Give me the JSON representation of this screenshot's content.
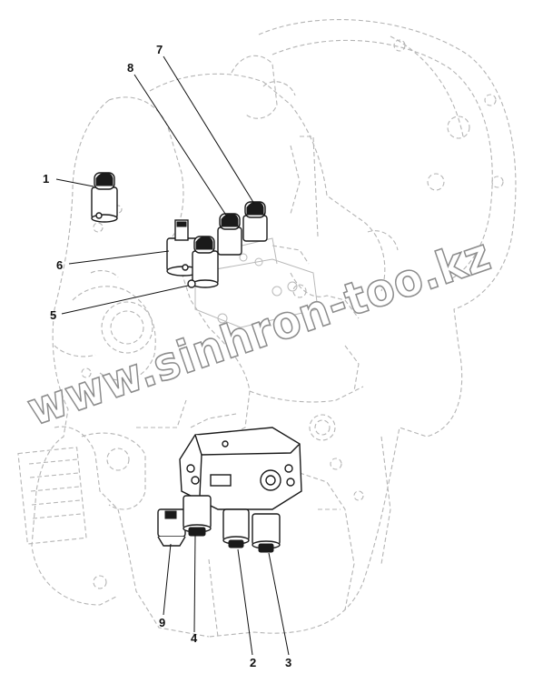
{
  "callouts": {
    "c1": "1",
    "c2": "2",
    "c3": "3",
    "c4": "4",
    "c5": "5",
    "c6": "6",
    "c7": "7",
    "c8": "8",
    "c9": "9"
  },
  "watermark": {
    "text": "www.sinhron-too.kz"
  },
  "colors": {
    "ink": "#111111",
    "ghost_line": "#b4b4b4",
    "watermark_outline": "#8c8c8c"
  }
}
